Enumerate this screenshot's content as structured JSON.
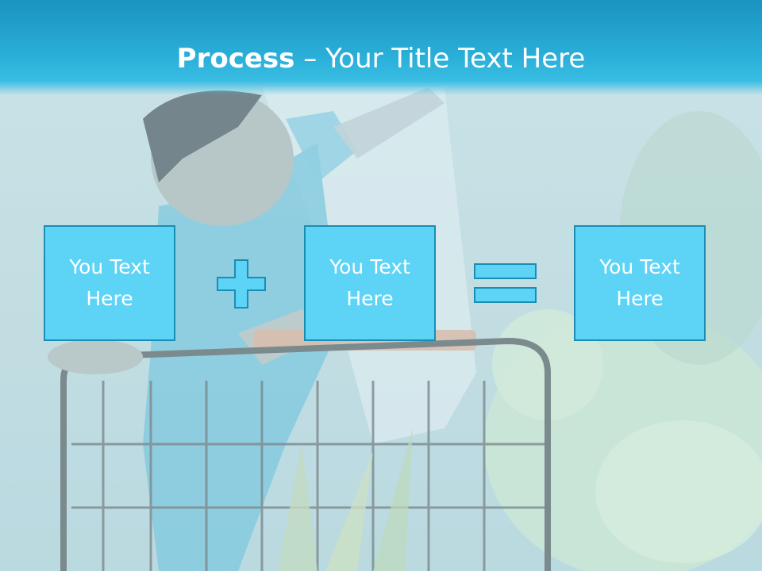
{
  "title": {
    "bold": "Process",
    "dash": " – ",
    "rest": "Your Title Text Here"
  },
  "boxes": [
    {
      "text": "You Text Here"
    },
    {
      "text": "You Text Here"
    },
    {
      "text": "You Text Here"
    }
  ],
  "operators": [
    "plus-icon",
    "equals-icon"
  ],
  "colors": {
    "header": "#1a93bf",
    "box_fill": "#5dd3f6",
    "box_border": "#1b8db5"
  }
}
